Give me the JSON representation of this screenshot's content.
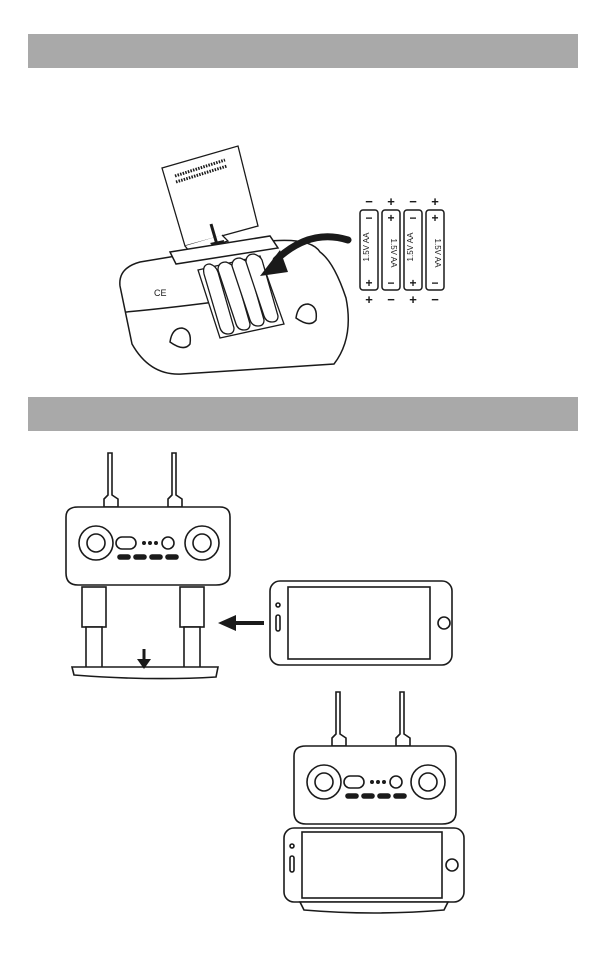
{
  "sections": [
    {
      "id": "install-batteries",
      "title": ""
    },
    {
      "id": "mount-phone",
      "title": ""
    }
  ],
  "batteries": [
    {
      "label": "1.5V  AA",
      "top_terminal": "−",
      "bottom_terminal": "+"
    },
    {
      "label": "1.5V  AA",
      "top_terminal": "+",
      "bottom_terminal": "−"
    },
    {
      "label": "1.5V  AA",
      "top_terminal": "−",
      "bottom_terminal": "+"
    },
    {
      "label": "1.5V  AA",
      "top_terminal": "+",
      "bottom_terminal": "−"
    }
  ],
  "compliance_marks": [
    "CE"
  ],
  "colors": {
    "header_bar": "#a9a9a9",
    "line": "#1a1a1a",
    "background": "#ffffff"
  },
  "icons": [
    "arrow-down-icon",
    "arrow-curved-icon",
    "arrow-left-icon",
    "antenna-icon",
    "joystick-icon",
    "home-button-icon"
  ]
}
